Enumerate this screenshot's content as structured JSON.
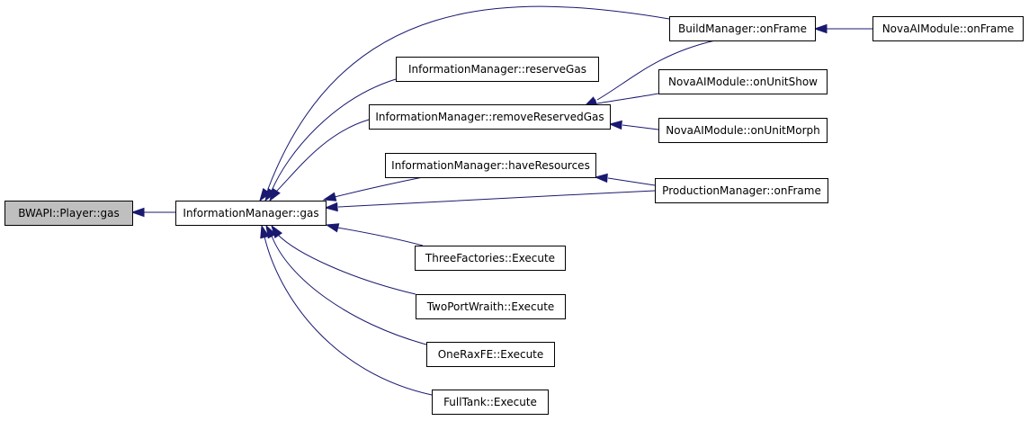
{
  "diagram": {
    "nodes": {
      "bwapi_player_gas": "BWAPI::Player::gas",
      "info_gas": "InformationManager::gas",
      "reserve_gas": "InformationManager::reserveGas",
      "remove_reserved_gas": "InformationManager::removeReservedGas",
      "have_resources": "InformationManager::haveResources",
      "three_factories": "ThreeFactories::Execute",
      "two_port_wraith": "TwoPortWraith::Execute",
      "one_rax_fe": "OneRaxFE::Execute",
      "full_tank": "FullTank::Execute",
      "build_manager_onframe": "BuildManager::onFrame",
      "nova_onframe": "NovaAIModule::onFrame",
      "nova_onunitshow": "NovaAIModule::onUnitShow",
      "nova_onunitmorph": "NovaAIModule::onUnitMorph",
      "production_onframe": "ProductionManager::onFrame"
    },
    "edges": [
      {
        "from": "info_gas",
        "to": "bwapi_player_gas"
      },
      {
        "from": "build_manager_onframe",
        "to": "info_gas"
      },
      {
        "from": "reserve_gas",
        "to": "info_gas"
      },
      {
        "from": "remove_reserved_gas",
        "to": "info_gas"
      },
      {
        "from": "have_resources",
        "to": "info_gas"
      },
      {
        "from": "production_onframe",
        "to": "info_gas"
      },
      {
        "from": "three_factories",
        "to": "info_gas"
      },
      {
        "from": "two_port_wraith",
        "to": "info_gas"
      },
      {
        "from": "one_rax_fe",
        "to": "info_gas"
      },
      {
        "from": "full_tank",
        "to": "info_gas"
      },
      {
        "from": "nova_onframe",
        "to": "build_manager_onframe"
      },
      {
        "from": "build_manager_onframe",
        "to": "remove_reserved_gas"
      },
      {
        "from": "nova_onunitshow",
        "to": "remove_reserved_gas"
      },
      {
        "from": "nova_onunitmorph",
        "to": "remove_reserved_gas"
      },
      {
        "from": "production_onframe",
        "to": "have_resources"
      }
    ],
    "colors": {
      "edge": "#191970",
      "root_fill": "#bfbfbf",
      "node_fill": "#ffffff",
      "border": "#000000"
    }
  }
}
